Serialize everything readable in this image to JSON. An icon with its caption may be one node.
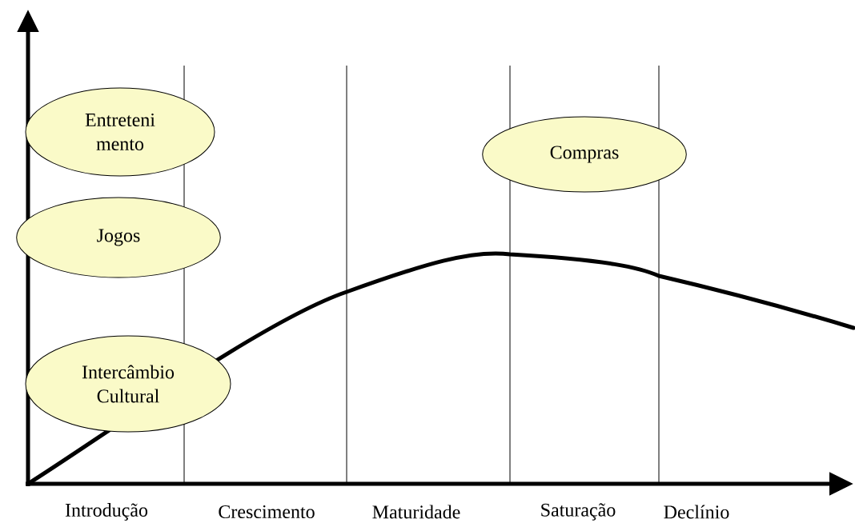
{
  "diagram": {
    "nodes": [
      {
        "text": [
          "Entreteni mento"
        ]
      },
      {
        "text": [
          "Jogos"
        ]
      },
      {
        "text": [
          "Intercâmbio Cultural"
        ]
      },
      {
        "text": [
          "Compras"
        ]
      }
    ],
    "labels": [
      "Introdução",
      "Crescimento",
      "Maturidade",
      "Saturação",
      "Declínio"
    ]
  }
}
